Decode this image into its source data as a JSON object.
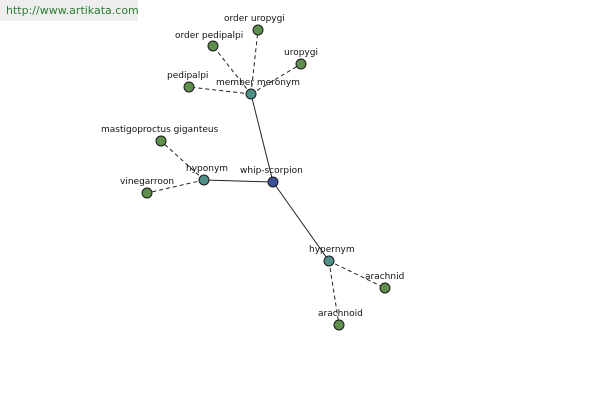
{
  "watermark": "http://www.artikata.com",
  "colors": {
    "leaf": "#5f8f4e",
    "relation": "#4f8f8a",
    "center": "#3c4f9b"
  },
  "nodes": {
    "center": "whip-scorpion",
    "member_meronym": "member meronym",
    "hyponym": "hyponym",
    "hypernym": "hypernym",
    "order_uropygi": "order uropygi",
    "order_pedipalpi": "order pedipalpi",
    "uropygi": "uropygi",
    "pedipalpi": "pedipalpi",
    "mastigoproctus_giganteus": "mastigoproctus giganteus",
    "vinegarroon": "vinegarroon",
    "arachnid": "arachnid",
    "arachnoid": "arachnoid"
  }
}
